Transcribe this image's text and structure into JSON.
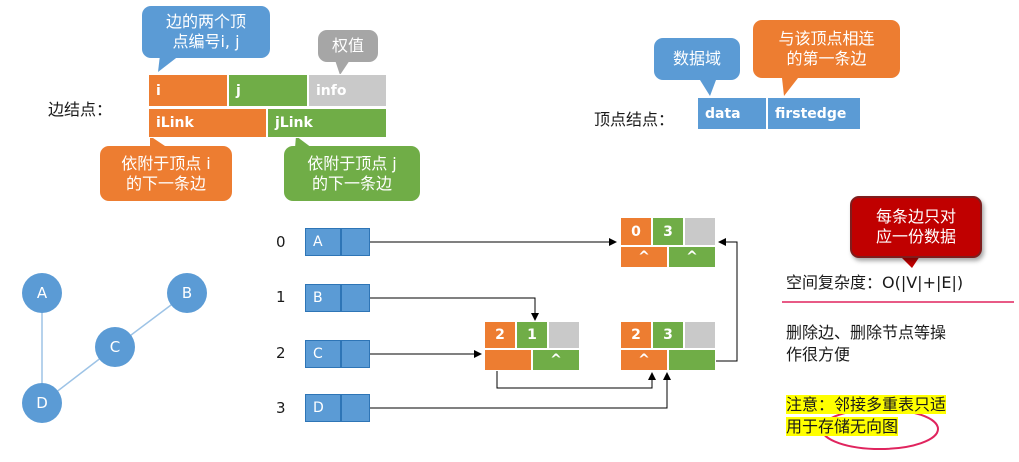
{
  "edge_node": {
    "label": "边结点：",
    "fields": {
      "i": "i",
      "j": "j",
      "info": "info",
      "ilink": "iLink",
      "jlink": "jLink"
    },
    "callouts": {
      "ij_line1": "边的两个顶",
      "ij_line2": "点编号i, j",
      "weight": "权值",
      "ilink_line1": "依附于顶点 i",
      "ilink_line2": "的下一条边",
      "jlink_line1": "依附于顶点 j",
      "jlink_line2": "的下一条边"
    }
  },
  "vertex_node": {
    "label": "顶点结点：",
    "fields": {
      "data": "data",
      "firstedge": "firstedge"
    },
    "callouts": {
      "data": "数据域",
      "first_line1": "与该顶点相连",
      "first_line2": "的第一条边"
    }
  },
  "graph": {
    "nodes": [
      "A",
      "B",
      "C",
      "D"
    ],
    "edges": [
      [
        "A",
        "D"
      ],
      [
        "B",
        "C"
      ],
      [
        "C",
        "D"
      ]
    ]
  },
  "vertex_table": {
    "rows": [
      {
        "index": "0",
        "data": "A"
      },
      {
        "index": "1",
        "data": "B"
      },
      {
        "index": "2",
        "data": "C"
      },
      {
        "index": "3",
        "data": "D"
      }
    ]
  },
  "edge_nodes": [
    {
      "i": "0",
      "j": "3",
      "ilink": "^",
      "jlink": "^"
    },
    {
      "i": "2",
      "j": "1",
      "ilink": "",
      "jlink": "^"
    },
    {
      "i": "2",
      "j": "3",
      "ilink": "^",
      "jlink": ""
    }
  ],
  "notes": {
    "red_line1": "每条边只对",
    "red_line2": "应一份数据",
    "space": "空间复杂度：O(|V|+|E|)",
    "delete_line1": "删除边、删除节点等操",
    "delete_line2": "作很方便",
    "warn_line1": "注意：邻接多重表只适",
    "warn_line2": "用于存储无向图"
  },
  "colors": {
    "orange": "#ed7d31",
    "green": "#70ad47",
    "gray": "#c9c9c9",
    "blue": "#5b9bd5",
    "red": "#c00000"
  }
}
